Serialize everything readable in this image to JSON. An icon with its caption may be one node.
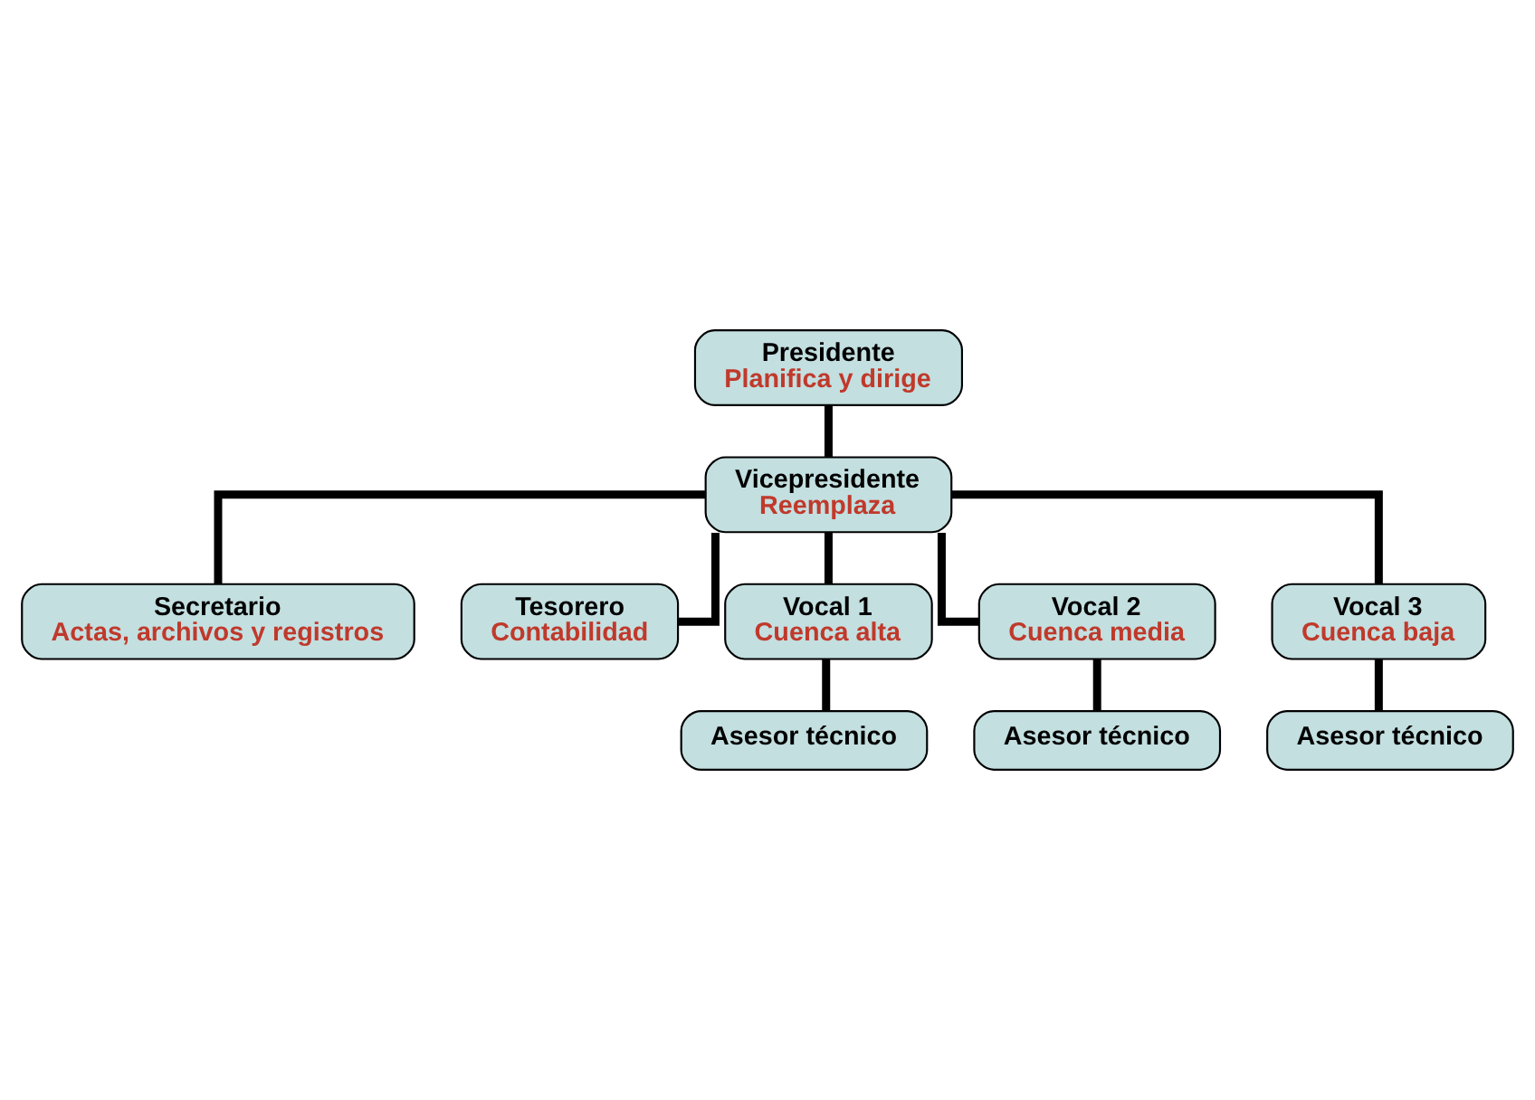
{
  "diagram": {
    "nodes": [
      {
        "text": [
          "Presidente",
          "Planifica y dirige"
        ]
      },
      {
        "text": [
          "Vicepresidente",
          "Reemplaza"
        ]
      },
      {
        "text": [
          "Secretario",
          "Actas, archivos y registros"
        ]
      },
      {
        "text": [
          "Tesorero",
          "Contabilidad"
        ]
      },
      {
        "text": [
          "Vocal 1",
          "Cuenca alta"
        ]
      },
      {
        "text": [
          "Vocal 2",
          "Cuenca media"
        ]
      },
      {
        "text": [
          "Vocal 3",
          "Cuenca baja"
        ]
      },
      {
        "text": [
          "Asesor técnico"
        ]
      },
      {
        "text": [
          "Asesor técnico"
        ]
      },
      {
        "text": [
          "Asesor técnico"
        ]
      }
    ],
    "edges": [
      {
        "from": 0,
        "to": 1,
        "arrow": "none"
      },
      {
        "from": 1,
        "to": 2,
        "arrow": "none"
      },
      {
        "from": 1,
        "to": 3,
        "arrow": "none"
      },
      {
        "from": 1,
        "to": 4,
        "arrow": "none"
      },
      {
        "from": 1,
        "to": 5,
        "arrow": "none"
      },
      {
        "from": 1,
        "to": 6,
        "arrow": "none"
      },
      {
        "from": 4,
        "to": 7,
        "arrow": "none"
      },
      {
        "from": 5,
        "to": 8,
        "arrow": "none"
      },
      {
        "from": 6,
        "to": 9,
        "arrow": "none"
      }
    ]
  }
}
